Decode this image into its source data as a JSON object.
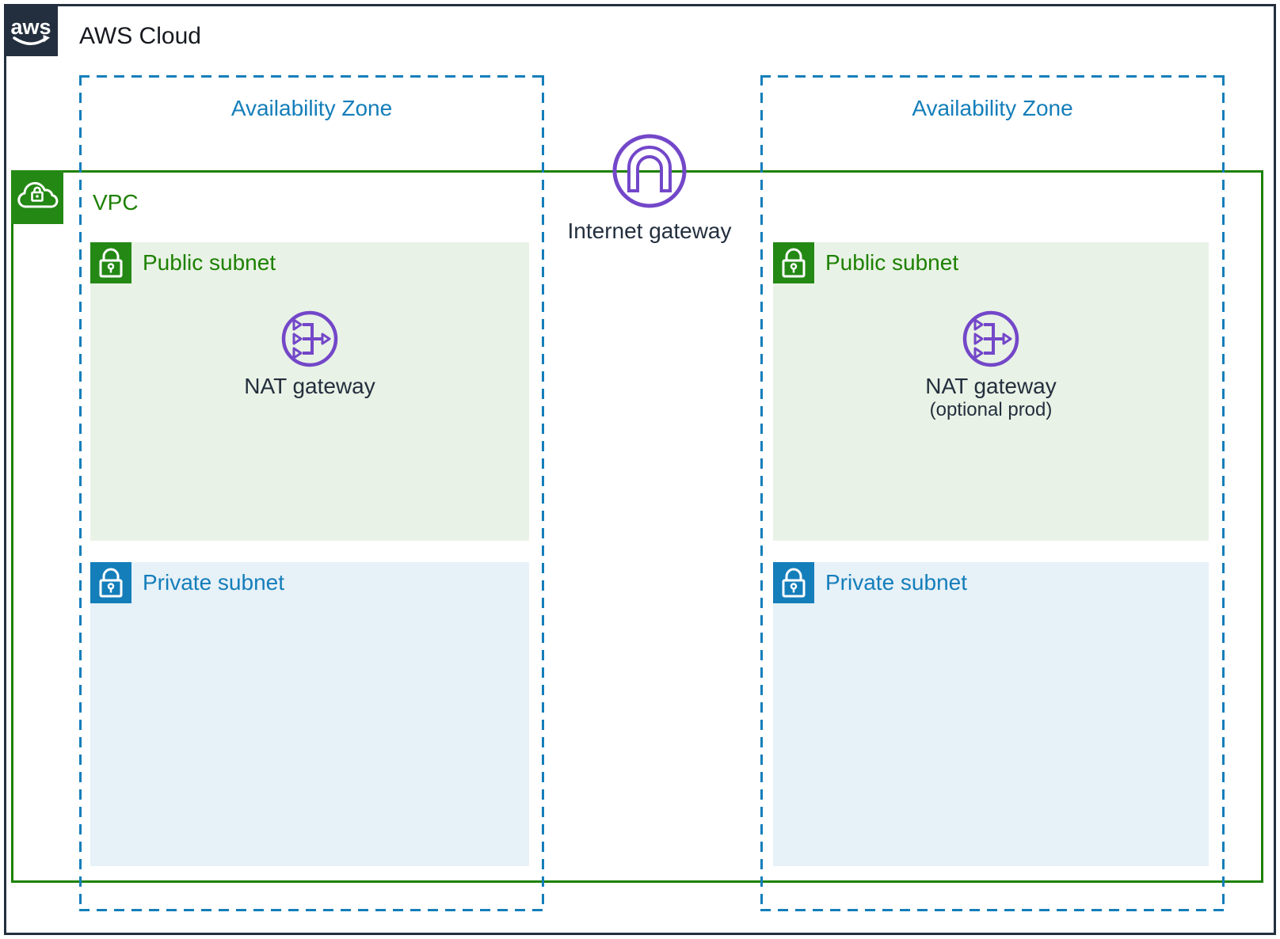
{
  "colors": {
    "navy": "#232f3e",
    "title_text": "#16191f",
    "label_dark": "#232f3e",
    "green": "#1d8102",
    "green_fill": "#248814",
    "blue": "#147eba",
    "purple": "#7347c9",
    "public_subnet_bg": "#e9f2e6",
    "private_subnet_bg": "#e7f1f8"
  },
  "header": {
    "logo_text": "aws",
    "title": "AWS Cloud"
  },
  "vpc": {
    "label": "VPC"
  },
  "internet_gateway": {
    "label": "Internet gateway"
  },
  "icons": {
    "aws_logo": "aws-smile-logo",
    "vpc": "cloud-with-lock",
    "subnet": "padlock",
    "internet_gateway": "arch-in-circle",
    "nat_gateway": "merge-arrows-in-circle"
  },
  "zones": [
    {
      "label": "Availability Zone",
      "public_subnet": {
        "label": "Public subnet",
        "nat_label": "NAT gateway",
        "nat_sublabel": ""
      },
      "private_subnet": {
        "label": "Private subnet"
      }
    },
    {
      "label": "Availability Zone",
      "public_subnet": {
        "label": "Public subnet",
        "nat_label": "NAT gateway",
        "nat_sublabel": "(optional prod)"
      },
      "private_subnet": {
        "label": "Private subnet"
      }
    }
  ]
}
